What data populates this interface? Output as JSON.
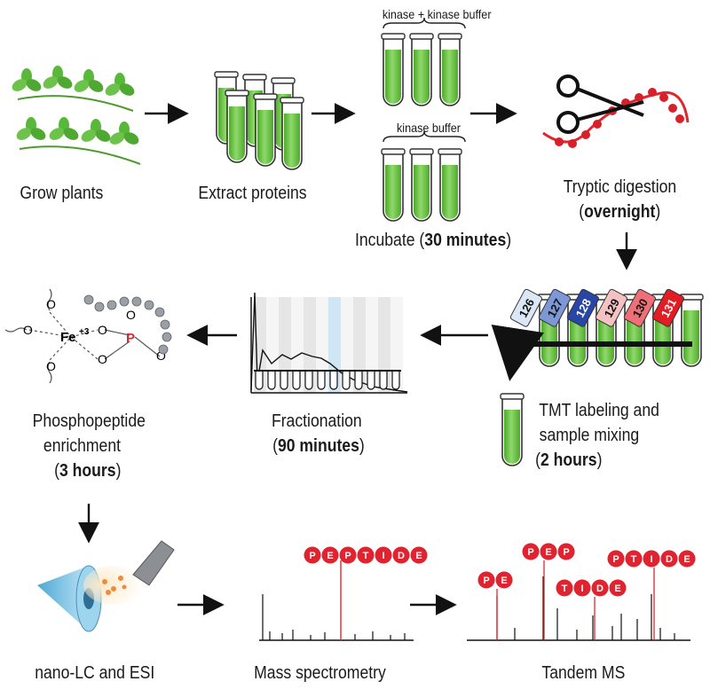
{
  "steps": {
    "grow": "Grow plants",
    "extract": "Extract proteins",
    "incubate_prefix": "Incubate (",
    "incubate_time": "30 minutes",
    "incubate_suffix": ")",
    "kinase_buffer_top": "kinase + kinase buffer",
    "kinase_buffer_bottom": "kinase buffer",
    "digest_line1": "Tryptic digestion",
    "digest_time": "overnight",
    "tmt_line1": "TMT labeling and",
    "tmt_line2": "sample mixing",
    "tmt_time": "2 hours",
    "fraction_line1": "Fractionation",
    "fraction_time": "90 minutes",
    "phospho_line1": "Phosphopeptide",
    "phospho_line2": "enrichment",
    "phospho_time": "3 hours",
    "nanolc": "nano-LC and ESI",
    "ms": "Mass spectrometry",
    "tandem": "Tandem MS"
  },
  "tmt_tags": [
    "126",
    "127",
    "128",
    "129",
    "130",
    "131"
  ],
  "tmt_tag_colors": [
    "#dbe7f5",
    "#7d98d6",
    "#2845a8",
    "#f4c2c2",
    "#ee6f77",
    "#e31b23"
  ],
  "chem": {
    "metal": "Fe",
    "charge": "+3",
    "phosphorus": "P",
    "oxygen": "O"
  },
  "peptide_letters": [
    "P",
    "E",
    "P",
    "T",
    "I",
    "D",
    "E"
  ],
  "tandem_fragments": [
    [
      "P",
      "E"
    ],
    [
      "P",
      "E",
      "P"
    ],
    [
      "T",
      "I",
      "D",
      "E"
    ],
    [
      "P",
      "T",
      "I",
      "D",
      "E"
    ]
  ],
  "colors": {
    "green": "#6cc24a",
    "red": "#e2262f",
    "peptide_bead": "#e0232f",
    "highlight": "#cfe6f5"
  }
}
